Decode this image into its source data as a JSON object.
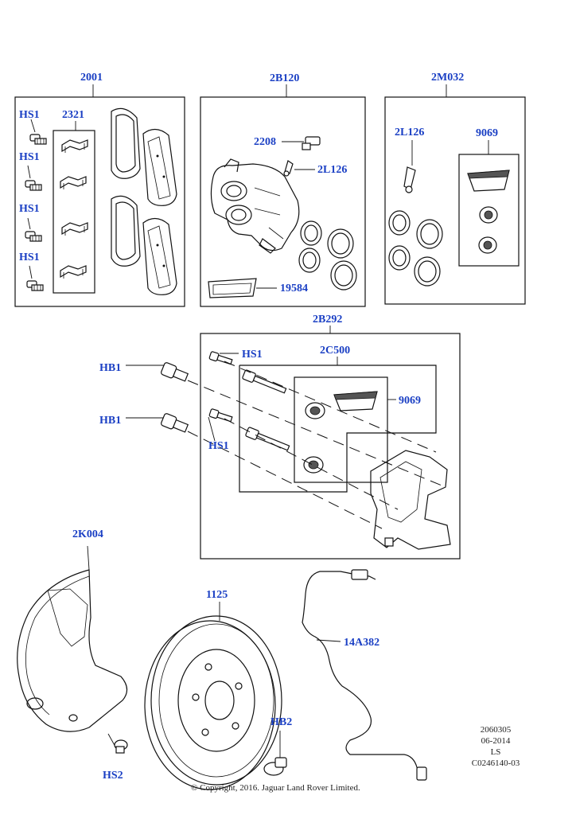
{
  "callouts": {
    "c2001": "2001",
    "c2b120": "2B120",
    "c2m032": "2M032",
    "hs1_a": "HS1",
    "hs1_b": "HS1",
    "hs1_c": "HS1",
    "hs1_d": "HS1",
    "c2321": "2321",
    "c2208": "2208",
    "c2l126_a": "2L126",
    "c19584": "19584",
    "c2l126_b": "2L126",
    "c9069_a": "9069",
    "c2b292": "2B292",
    "hs1_e": "HS1",
    "c2c500": "2C500",
    "hb1_a": "HB1",
    "hb1_b": "HB1",
    "c9069_b": "9069",
    "hs1_f": "HS1",
    "c2k004": "2K004",
    "c1125": "1125",
    "c14a382": "14A382",
    "hb2": "HB2",
    "hs2": "HS2"
  },
  "meta": {
    "ref": "2060305",
    "date": "06-2014",
    "code": "LS",
    "illustration": "C0246140-03"
  },
  "copyright": "© Copyright, 2016. Jaguar Land Rover Limited."
}
